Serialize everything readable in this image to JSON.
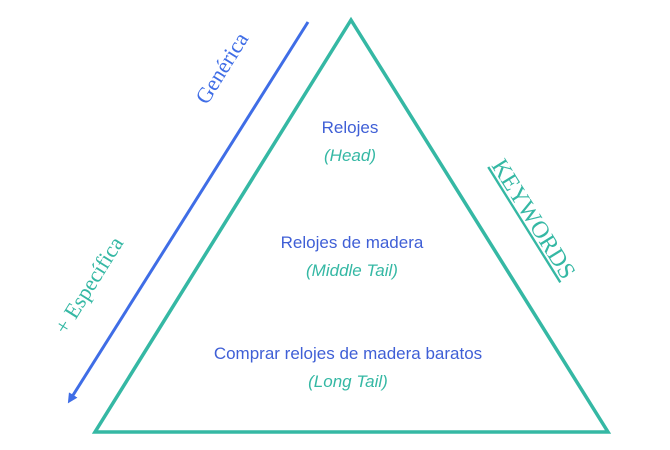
{
  "colors": {
    "triangle": "#35b8a4",
    "arrow": "#3f6de6",
    "level_name": "#3f5fd6",
    "level_sublabel": "#35b8a4",
    "generica": "#3f6de6",
    "especifica": "#35b8a4",
    "keywords": "#35b8a4"
  },
  "axis": {
    "top_label": "Genérica",
    "bottom_label": "+ Específica"
  },
  "side_label": "KEYWORDS",
  "levels": [
    {
      "name": "Relojes",
      "sublabel": "(Head)"
    },
    {
      "name": "Relojes de madera",
      "sublabel": "(Middle Tail)"
    },
    {
      "name": "Comprar relojes de madera baratos",
      "sublabel": "(Long Tail)"
    }
  ]
}
